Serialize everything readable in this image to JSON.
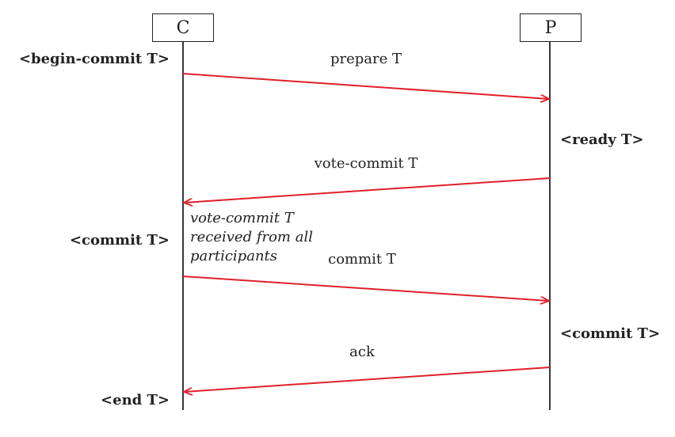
{
  "participants": {
    "coordinator": "C",
    "participant": "P"
  },
  "coordinator_events": {
    "begin_commit": "<begin-commit T>",
    "commit": "<commit T>",
    "end": "<end T>"
  },
  "participant_events": {
    "ready": "<ready T>",
    "commit": "<commit T>"
  },
  "messages": {
    "prepare": "prepare T",
    "vote_commit": "vote-commit T",
    "commit": "commit T",
    "ack": "ack"
  },
  "annotation": {
    "line1": "vote-commit T",
    "line2": "received from all",
    "line3": "participants"
  },
  "colors": {
    "arrow": "#e0202a",
    "lifeline": "#222222"
  }
}
